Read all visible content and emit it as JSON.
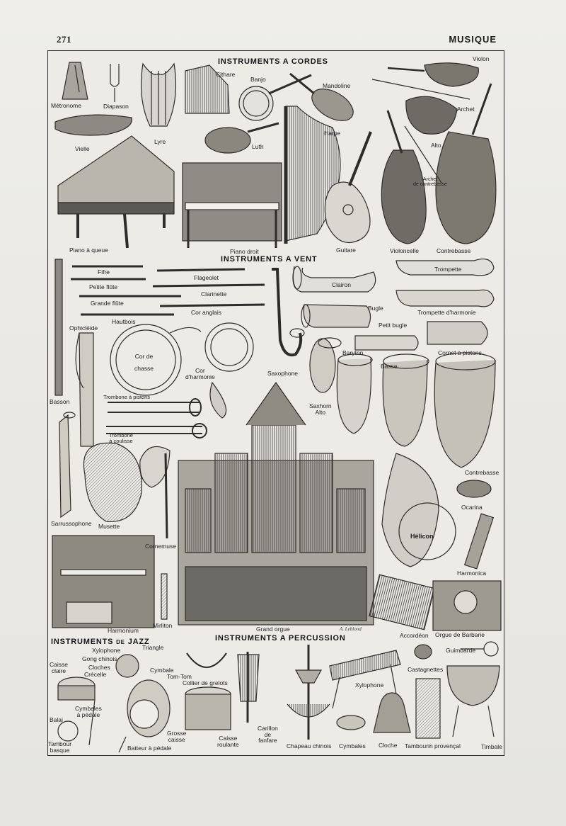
{
  "header": {
    "page_number": "271",
    "title": "MUSIQUE"
  },
  "sections": {
    "cordes": "INSTRUMENTS A CORDES",
    "vent": "INSTRUMENTS A VENT",
    "percussion": "INSTRUMENTS A PERCUSSION",
    "jazz_main": "INSTRUMENTS",
    "jazz_small": "DE",
    "jazz_end": "JAZZ"
  },
  "labels": {
    "metronome": "Métronome",
    "diapason": "Diapason",
    "lyre": "Lyre",
    "cithare": "Cithare",
    "banjo": "Banjo",
    "mandoline": "Mandoline",
    "violon": "Violon",
    "archet": "Archet",
    "vielle": "Vielle",
    "luth": "Luth",
    "harpe": "Harpe",
    "alto": "Alto",
    "archet_contrebasse_1": "Archet",
    "archet_contrebasse_2": "de contrebasse",
    "piano_queue": "Piano à queue",
    "piano_droit": "Piano droit",
    "guitare": "Guitare",
    "violoncelle": "Violoncelle",
    "contrebasse": "Contrebasse",
    "fifre": "Fifre",
    "petite_flute": "Petite flûte",
    "grande_flute": "Grande flûte",
    "hautbois": "Hautbois",
    "flageolet": "Flageolet",
    "clarinette": "Clarinette",
    "cor_anglais": "Cor anglais",
    "clairon": "Clairon",
    "trompette": "Trompette",
    "bugle": "Bugle",
    "trompette_harmonie": "Trompette d'harmonie",
    "petit_bugle": "Petit bugle",
    "cornet": "Cornet à pistons",
    "ophicleide": "Ophicléide",
    "cor_chasse_1": "Cor de",
    "cor_chasse_2": "chasse",
    "cor_harmonie_1": "Cor",
    "cor_harmonie_2": "d'harmonie",
    "saxophone": "Saxophone",
    "baryton": "Baryton",
    "basse": "Basse",
    "basson": "Basson",
    "trombone_pistons": "Trombone à pistons",
    "trombone_coulisse_1": "Trombone",
    "trombone_coulisse_2": "à coulisse",
    "saxhorn_1": "Saxhorn",
    "saxhorn_2": "Alto",
    "contrebasse_vent": "Contrebasse",
    "sarrussophone": "Sarrussophone",
    "musette": "Musette",
    "cornemuse": "Cornemuse",
    "ocarina": "Ocarina",
    "helicon": "Hélicon",
    "harmonica": "Harmonica",
    "harmonium": "Harmonium",
    "mirliton": "Mirliton",
    "grand_orgue": "Grand orgue",
    "accordeon": "Accordéon",
    "orgue_barbarie": "Orgue de Barbarie",
    "xylophone_jazz": "Xylophone",
    "triangle": "Triangle",
    "gong": "Gong chinois",
    "cloches": "Cloches",
    "crecelle": "Crécelle",
    "cymbale": "Cymbale",
    "tomtom": "Tom-Tom",
    "caisse_claire_1": "Caisse",
    "caisse_claire_2": "claire",
    "collier": "Collier de grelots",
    "guimbarde": "Guimbarde",
    "castagnettes": "Castagnettes",
    "xylophone": "Xylophone",
    "cymbales_pedale_1": "Cymbales",
    "cymbales_pedale_2": "à pédale",
    "balai": "Balai",
    "grosse_caisse_1": "Grosse",
    "grosse_caisse_2": "caisse",
    "carillon_1": "Carillon",
    "carillon_2": "de",
    "carillon_3": "fanfare",
    "tambour_basque_1": "Tambour",
    "tambour_basque_2": "basque",
    "batteur": "Batteur à pédale",
    "caisse_roulante_1": "Caisse",
    "caisse_roulante_2": "roulante",
    "chapeau": "Chapeau chinois",
    "cymbales": "Cymbales",
    "cloche": "Cloche",
    "tambourin": "Tambourin provençal",
    "timbale": "Timbale"
  },
  "signature": "A. Leblond",
  "colors": {
    "paper": "#ecebe6",
    "ink": "#1b1b1b",
    "engraving_mid": "#6d6b66",
    "engraving_dark": "#3a3835"
  }
}
